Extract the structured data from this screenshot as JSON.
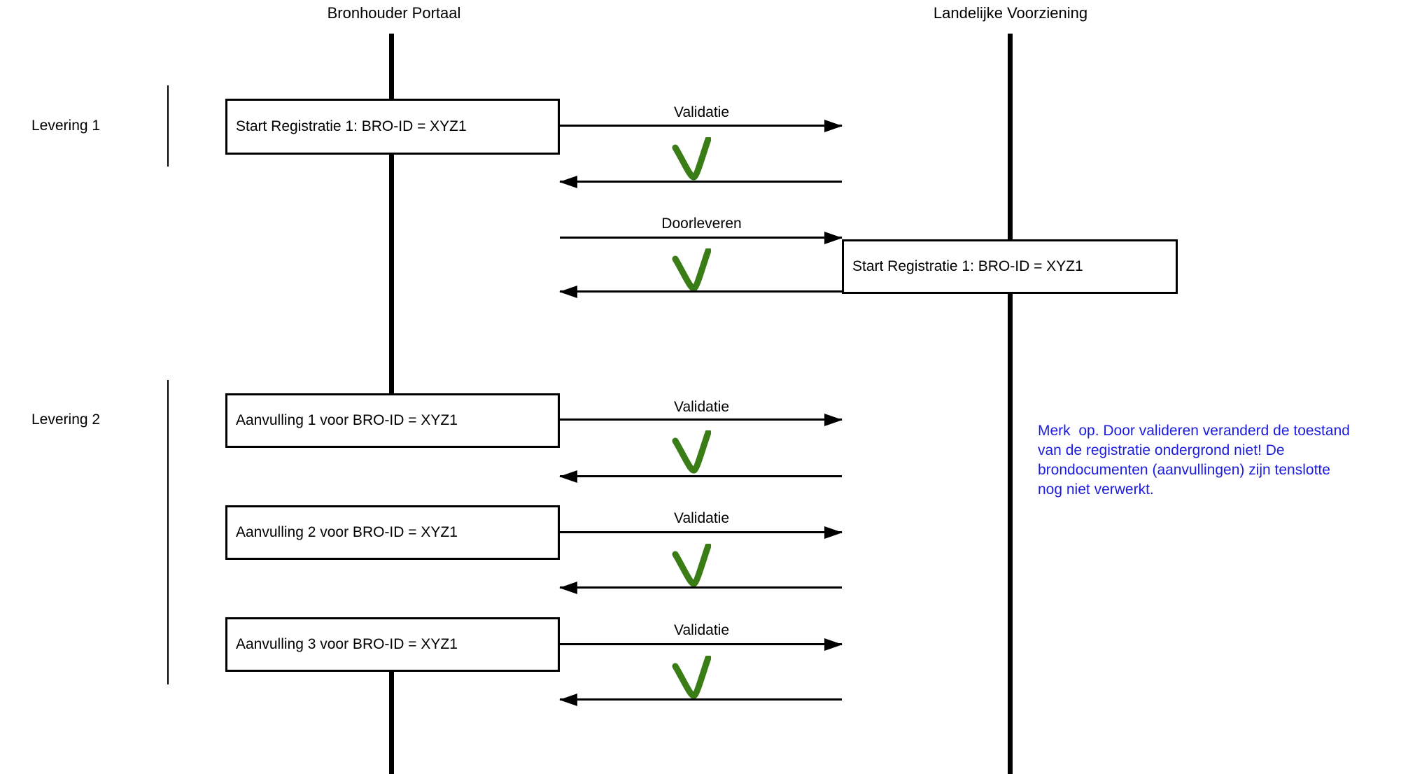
{
  "diagram": {
    "title_left": "Bronhouder Portaal",
    "title_right": "Landelijke Voorziening",
    "groups": {
      "levering1": "Levering 1",
      "levering2": "Levering 2"
    },
    "boxes": {
      "start_registratie_portaal": "Start Registratie 1: BRO-ID = XYZ1",
      "start_registratie_lv": "Start Registratie 1: BRO-ID = XYZ1",
      "aanvulling_1": "Aanvulling 1 voor BRO-ID = XYZ1",
      "aanvulling_2": "Aanvulling 2 voor BRO-ID = XYZ1",
      "aanvulling_3": "Aanvulling 3 voor BRO-ID = XYZ1"
    },
    "flow_labels": {
      "validatie_1": "Validatie",
      "doorleveren": "Doorleveren",
      "validatie_2": "Validatie",
      "validatie_3": "Validatie",
      "validatie_4": "Validatie"
    },
    "note_text": "Merk  op. Door valideren veranderd de toestand\nvan de registratie ondergrond niet! De\nbrondocumenten (aanvullingen) zijn tenslotte\nnog niet verwerkt.",
    "colors": {
      "check_green": "#3A7D17",
      "note_blue": "#1C1CE0",
      "line_black": "#000000"
    }
  }
}
